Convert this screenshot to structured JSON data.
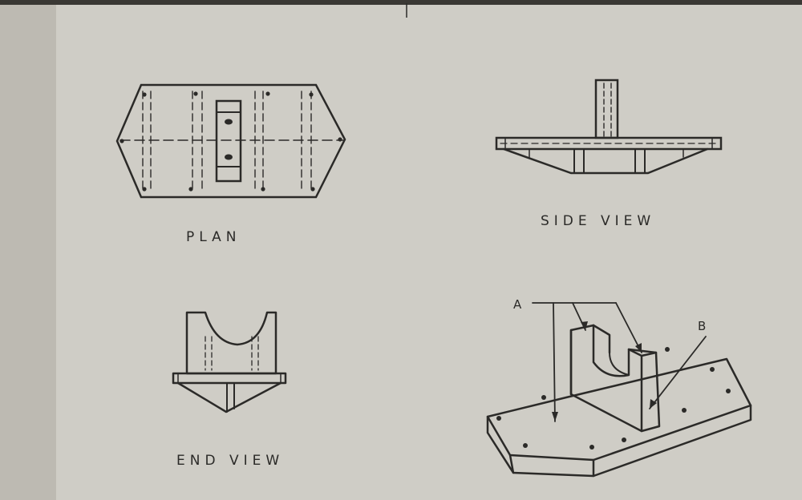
{
  "labels": {
    "plan": "PLAN",
    "side_view": "SIDE VIEW",
    "end_view": "END VIEW",
    "callout_a": "A",
    "callout_b": "B"
  },
  "colors": {
    "paper": "#cfcdc6",
    "ink": "#2b2a28",
    "shadow": "#1f1d1a"
  }
}
